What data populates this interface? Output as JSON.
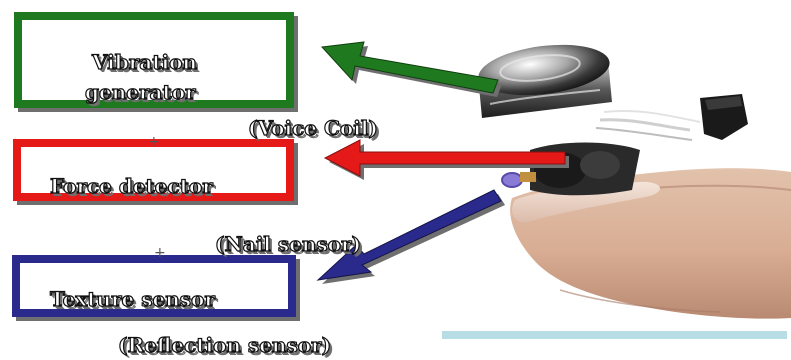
{
  "labels": {
    "vibration_line1": "Vibration",
    "vibration_line2": "generator",
    "voice_coil": "(Voice Coil)",
    "force_detector": "Force detector",
    "nail_sensor": "(Nail sensor)",
    "texture_sensor": "Texture sensor",
    "reflection_sensor": "(Reflection sensor)",
    "plus_sign": "+"
  },
  "colors": {
    "vibration": "#1f7a1f",
    "force": "#e61919",
    "texture": "#2a2a8c",
    "shadow": "#6f6f6f",
    "underline": "#b8dde4"
  },
  "photo": {
    "subject": "fingertip with nail-mounted sensor device"
  }
}
